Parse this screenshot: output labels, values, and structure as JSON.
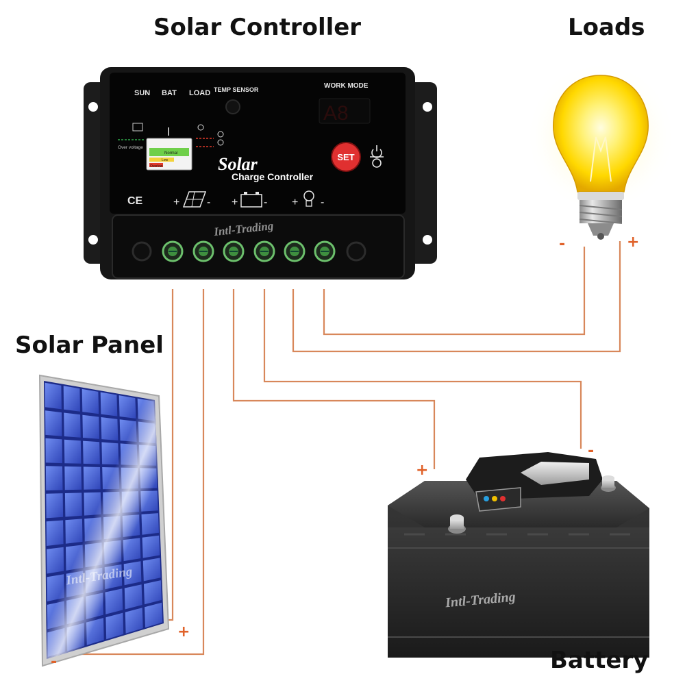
{
  "labels": {
    "controller": "Solar Controller",
    "loads": "Loads",
    "panel": "Solar Panel",
    "battery": "Battery"
  },
  "controller_face": {
    "sun": "SUN",
    "bat": "BAT",
    "load": "LOAD",
    "temp_sensor": "TEMP SENSOR",
    "work_mode": "WORK MODE",
    "display": "A8",
    "over_voltage": "Over voltage",
    "normal": "Normal",
    "low": "Low",
    "overlow": "Overlow",
    "set_button": "SET",
    "brand": "Solar",
    "subtitle": "Charge Controller",
    "ce": "CE"
  },
  "watermark": "Intl-Trading",
  "polarity": {
    "plus": "+",
    "minus": "-"
  },
  "colors": {
    "wire": "#d8875a",
    "sign": "#e0622a",
    "controller_body": "#111111",
    "set_button": "#e03030",
    "terminal_green": "#3f8f3f",
    "bulb_glow": "#ffe600",
    "panel_cell": "#3a55c8"
  },
  "icons": [
    "sun-panel-icon",
    "battery-icon",
    "bulb-icon",
    "power-icon",
    "set-button"
  ]
}
